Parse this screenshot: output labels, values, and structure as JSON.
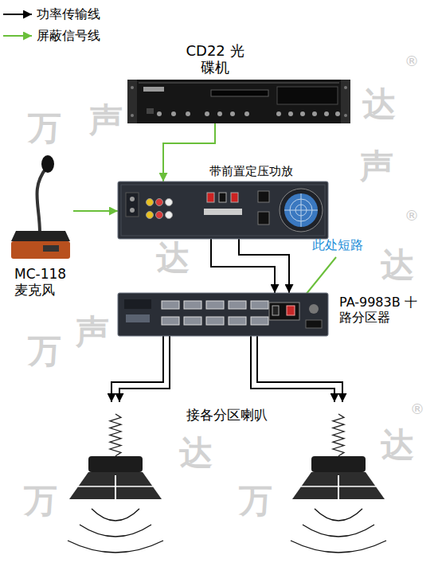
{
  "diagram": {
    "nodes": [
      {
        "text": [
          "CD22 光碟机"
        ]
      },
      {
        "text": [
          "带前置定压功放"
        ]
      },
      {
        "text": [
          "MC-118 麦克风"
        ]
      },
      {
        "text": [
          "PA-9983B 十路分区器"
        ]
      },
      {
        "text": [
          "接各分区喇叭"
        ]
      }
    ],
    "edges": [
      {
        "from": 0,
        "to": 1,
        "arrow": "to"
      },
      {
        "from": 2,
        "to": 1,
        "arrow": "to"
      },
      {
        "from": 1,
        "to": 3,
        "arrow": "to"
      },
      {
        "from": 3,
        "to": 4,
        "arrow": "to"
      }
    ],
    "labels": [
      "此处短路",
      "万",
      "声",
      "达",
      "®",
      "达",
      "声",
      "达",
      "®",
      "万",
      "声",
      "达",
      "达",
      "®",
      "万",
      "万"
    ],
    "legend": [
      {
        "text": "功率传输线"
      },
      {
        "text": "屏蔽信号线"
      }
    ]
  }
}
